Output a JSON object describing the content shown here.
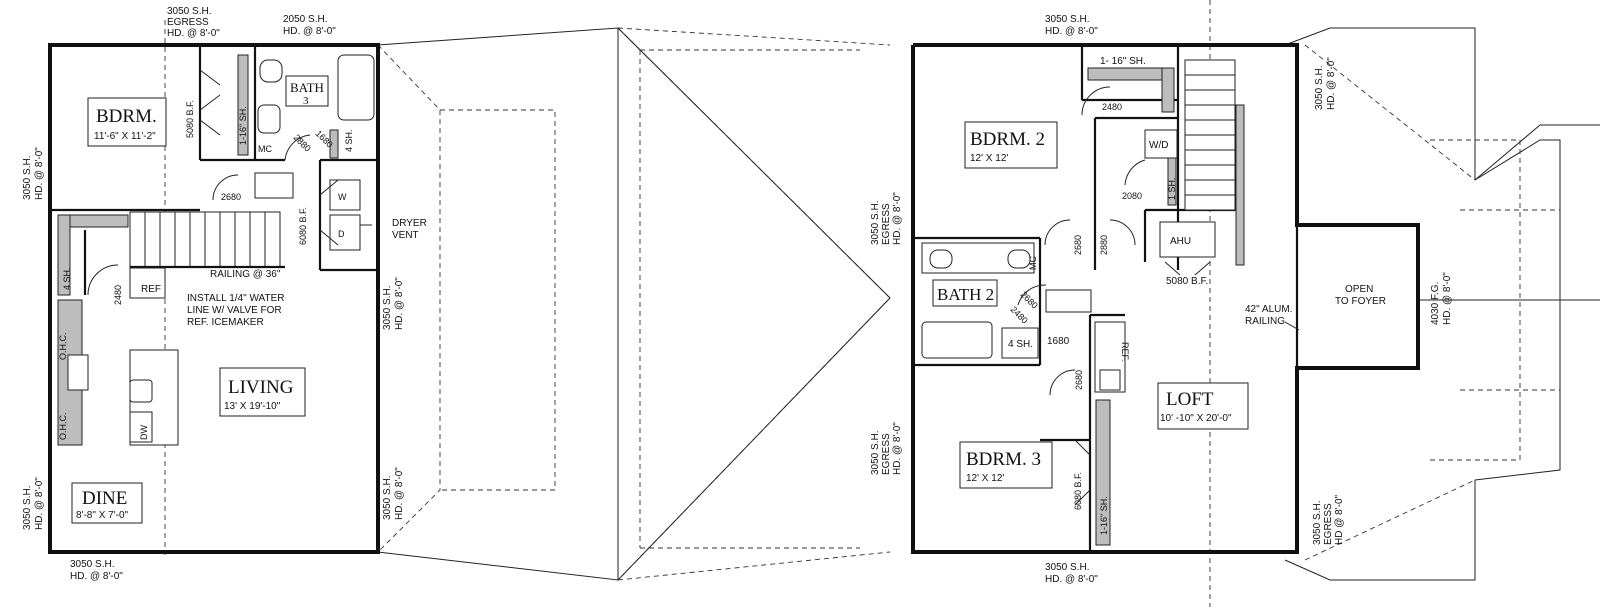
{
  "left_plan": {
    "rooms": {
      "bdrm": {
        "name": "BDRM.",
        "size": "11'-6\" X 11'-2\""
      },
      "bath3": {
        "name": "BATH",
        "number": "3"
      },
      "living": {
        "name": "LIVING",
        "size": "13' X 19'-10\""
      },
      "dine": {
        "name": "DINE",
        "size": "8'-8\" X 7'-0\""
      }
    },
    "windows": {
      "top_left_1": "3050 S.H.",
      "top_left_2": "EGRESS",
      "top_left_3": "HD. @ 8'-0\"",
      "top_right_1": "2050 S.H.",
      "top_right_2": "HD. @ 8'-0\"",
      "left_upper_1": "3050 S.H.",
      "left_upper_2": "HD. @ 8'-0\"",
      "left_lower_1": "3050 S.H.",
      "left_lower_2": "HD. @ 8'-0\"",
      "right_upper_1": "3050 S.H.",
      "right_upper_2": "HD. @ 8'-0\"",
      "right_lower_1": "3050 S.H.",
      "right_lower_2": "HD. @ 8'-0\"",
      "bottom_1": "3050 S.H.",
      "bottom_2": "HD. @ 8'-0\""
    },
    "labels": {
      "closet_bf": "5080 B.F.",
      "shelf": "1-16\" SH.",
      "mc": "MC",
      "door_2880": "2880",
      "door_1680": "1680",
      "shelf4": "4 SH.",
      "door_2680": "2680",
      "laundry_bf": "6080 B.F.",
      "washer": "W",
      "dryer": "D",
      "dryer_vent_1": "DRYER",
      "dryer_vent_2": "VENT",
      "railing": "RAILING @ 36\"",
      "pantry_shelf": "4 SH.",
      "door_2480": "2480",
      "ref": "REF",
      "note_1": "INSTALL 1/4\" WATER",
      "note_2": "LINE W/ VALVE FOR",
      "note_3": "REF. ICEMAKER",
      "ohc_upper": "O.H.C.",
      "ohc_lower": "O.H.C.",
      "dw": "DW"
    }
  },
  "right_plan": {
    "rooms": {
      "bdrm2": {
        "name": "BDRM. 2",
        "size": "12' X 12'"
      },
      "bath2": {
        "name": "BATH 2"
      },
      "bdrm3": {
        "name": "BDRM. 3",
        "size": "12' X 12'"
      },
      "loft": {
        "name": "LOFT",
        "size": "10' -10\" X 20'-0\""
      },
      "open_1": "OPEN",
      "open_2": "TO FOYER"
    },
    "windows": {
      "top_1": "3050 S.H.",
      "top_2": "HD. @ 8'-0\"",
      "top_right_1": "3050 S.H.",
      "top_right_2": "HD. @ 8'-0\"",
      "left_upper_1": "3050 S.H.",
      "left_upper_2": "EGRESS",
      "left_upper_3": "HD. @ 8'-0\"",
      "left_lower_1": "3050 S.H.",
      "left_lower_2": "EGRESS",
      "left_lower_3": "HD. @ 8'-0\"",
      "bottom_right_1": "3050 S.H.",
      "bottom_right_2": "EGRESS",
      "bottom_right_3": "HD @ 8'-0\"",
      "foyer_1": "4030 F.G.",
      "foyer_2": "HD. @ 8'-0\"",
      "bottom_1": "3050 S.H.",
      "bottom_2": "HD. @ 8'-0\""
    },
    "labels": {
      "shelf_top": "1- 16\" SH.",
      "door_2480": "2480",
      "wd": "W/D",
      "door_2080": "2080",
      "shelf_1": "1 SH.",
      "ahu": "AHU",
      "ahu_bf": "5080 B.F.",
      "door_2680a": "2680",
      "door_2880": "2880",
      "mc": "MC",
      "door_2680b": "2680",
      "door_2480b": "2480",
      "shelf4": "4 SH.",
      "door_1680": "1680",
      "ref": "REF.",
      "door_2680c": "2680",
      "closet_bf": "6080 B.F.",
      "shelf_closet": "1-16\" SH.",
      "railing_1": "42\" ALUM.",
      "railing_2": "RAILING"
    }
  }
}
